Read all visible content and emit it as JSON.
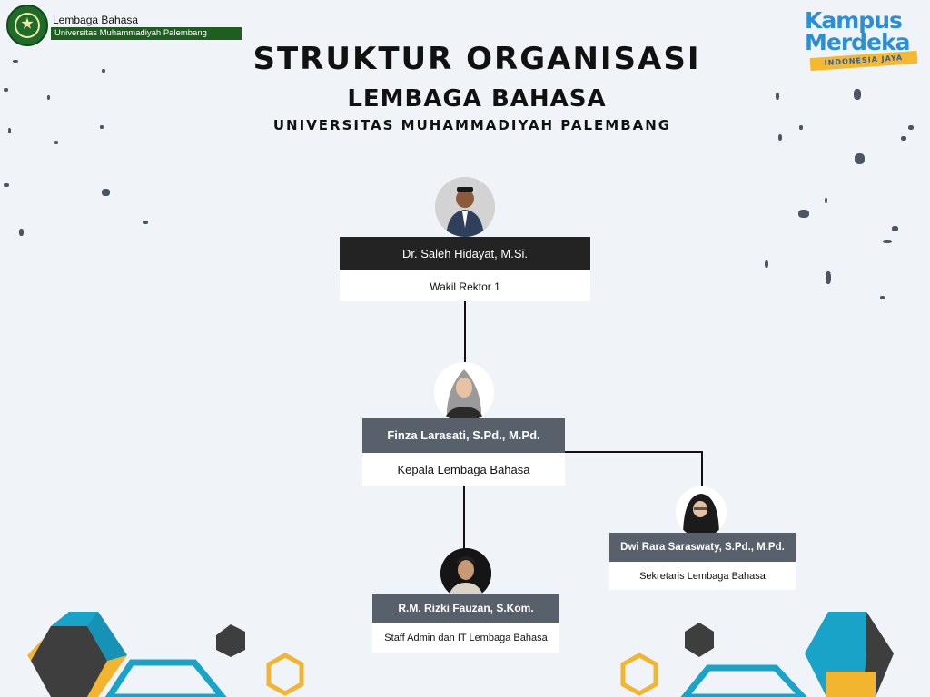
{
  "header": {
    "brand_name": "Lembaga Bahasa",
    "brand_university": "Universitas Muhammadiyah Palembang",
    "km_line1": "Kampus",
    "km_line2": "Merdeka",
    "km_tagline": "INDONESIA JAYA"
  },
  "title": "STRUKTUR ORGANISASI",
  "subtitle": "LEMBAGA BAHASA",
  "institution": "UNIVERSITAS MUHAMMADIYAH PALEMBANG",
  "people": [
    {
      "name": "Dr. Saleh Hidayat, M.Si.",
      "role": "Wakil Rektor 1"
    },
    {
      "name": "Finza Larasati, S.Pd., M.Pd.",
      "role": "Kepala Lembaga Bahasa"
    },
    {
      "name": "Dwi Rara Saraswaty, S.Pd., M.Pd.",
      "role": "Sekretaris Lembaga Bahasa"
    },
    {
      "name": "R.M. Rizki Fauzan, S.Kom.",
      "role": "Staff Admin dan IT Lembaga Bahasa"
    }
  ],
  "colors": {
    "background": "#f0f4f9",
    "top_name_bar": "#232323",
    "name_bar": "#57606b",
    "accent_blue": "#1aa3c8",
    "accent_yellow": "#f1b530",
    "brand_green": "#1e5e1f"
  }
}
